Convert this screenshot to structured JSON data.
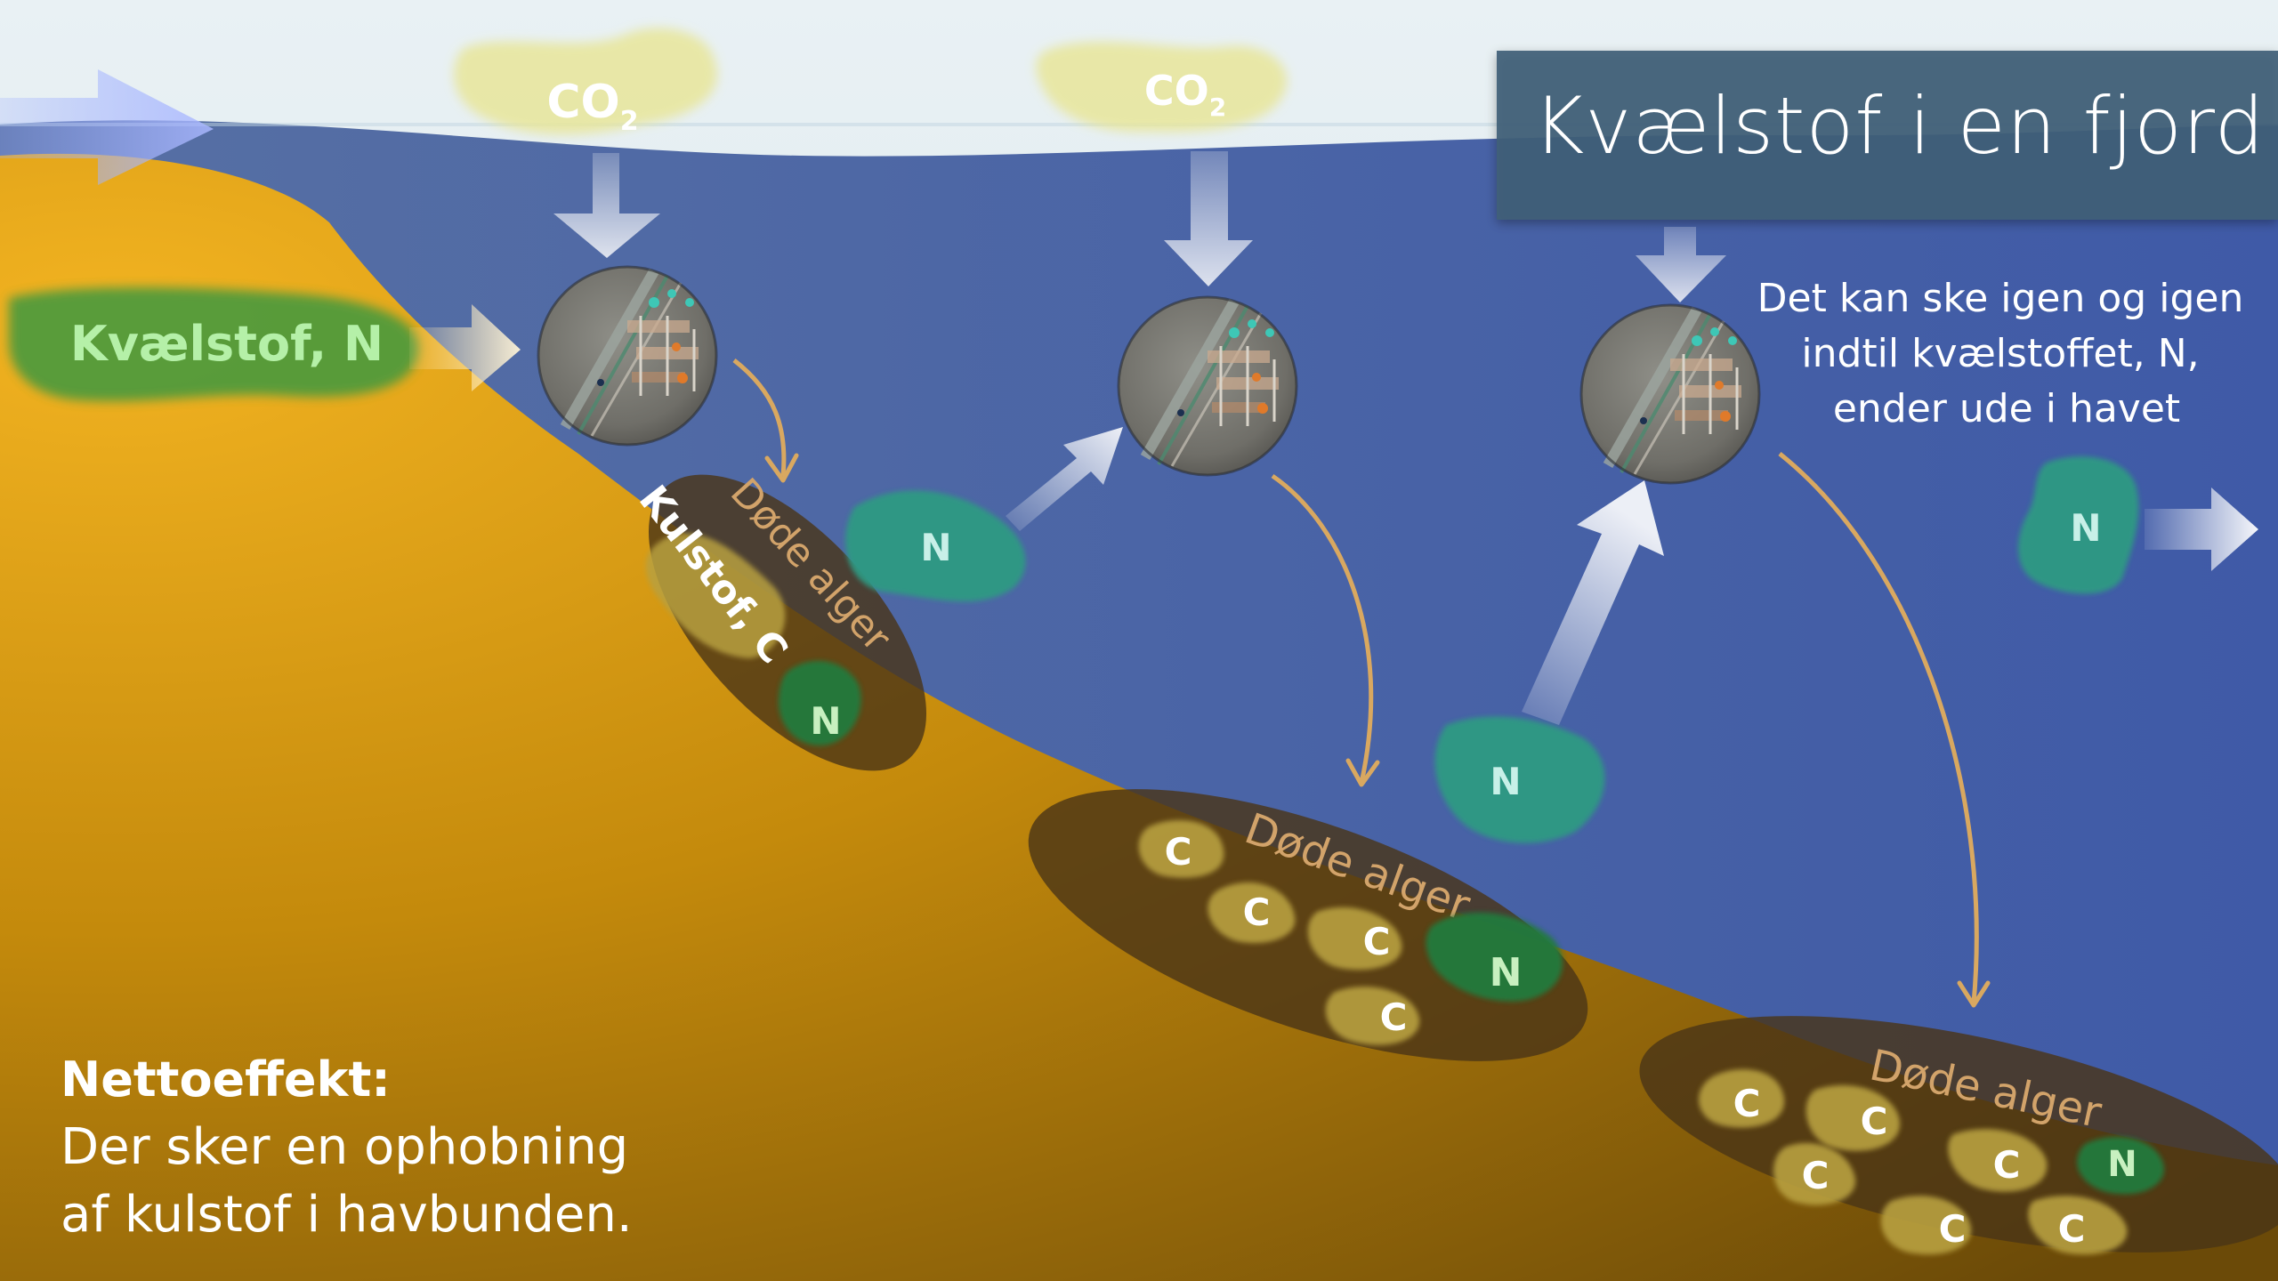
{
  "title": "Kvælstof i en fjord",
  "co2": {
    "base": "CO",
    "sub": "2"
  },
  "input_label": "Kvælstof, N",
  "carbon_label": "Kulstof, C",
  "dead_algae": "Døde alger",
  "n": "N",
  "c": "C",
  "repeat_note": [
    "Det kan ske igen og igen",
    "indtil kvælstoffet, N,",
    "ender ude i havet"
  ],
  "net_effect": {
    "heading": "Nettoeffekt:",
    "lines": [
      "Der sker en ophobning",
      "af kulstof i havbunden."
    ]
  },
  "colors": {
    "sky": "#e3edf1",
    "water": "#4a64a8",
    "land": "#c89010",
    "co2_cloud": "#e8e69a",
    "nitrogen": "#2f9a83",
    "nitrogen_input": "#4a9a3c",
    "sediment": "#5a4020",
    "carbon_blob": "#b8a040",
    "curve_arrow": "#d9a860"
  }
}
